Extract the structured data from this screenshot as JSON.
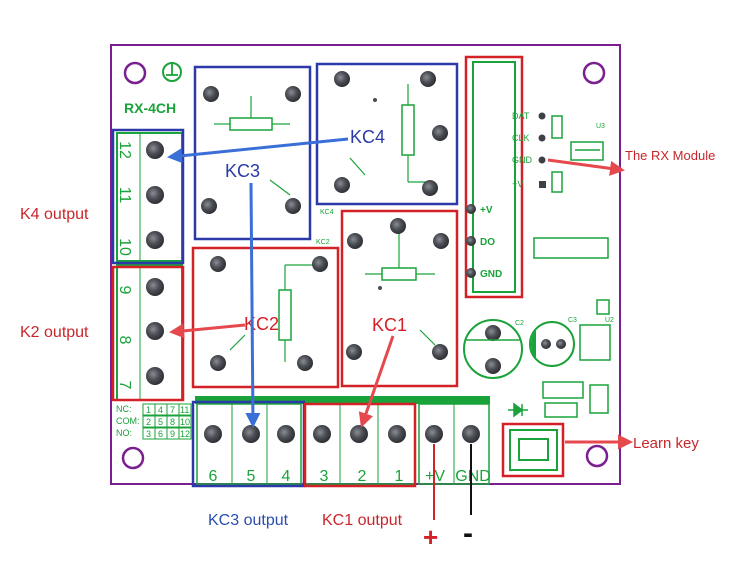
{
  "board": {
    "name": "RX-4CH",
    "pcb_color": "#7a1f8f",
    "silk_color": "#1aa33a"
  },
  "relays": [
    {
      "id": "kc3",
      "label": "KC3",
      "color": "#2b3aa8"
    },
    {
      "id": "kc4",
      "label": "KC4",
      "color": "#2b3aa8"
    },
    {
      "id": "kc2",
      "label": "KC2",
      "color": "#d42027"
    },
    {
      "id": "kc1",
      "label": "KC1",
      "color": "#d42027"
    }
  ],
  "pcb_text": {
    "kc4_small": "KC4",
    "kc2_small": "KC2",
    "c2": "C2",
    "c3": "C3",
    "u2": "U2",
    "u3": "U3"
  },
  "left_terminals": [
    "12",
    "11",
    "10",
    "9",
    "8",
    "7"
  ],
  "bottom_terminals": [
    "6",
    "5",
    "4",
    "3",
    "2",
    "1",
    "+V",
    "GND"
  ],
  "com_table": {
    "rows": [
      {
        "label": "NC:",
        "cells": [
          "1",
          "4",
          "7",
          "11"
        ]
      },
      {
        "label": "COM:",
        "cells": [
          "2",
          "5",
          "8",
          "10"
        ]
      },
      {
        "label": "NO:",
        "cells": [
          "3",
          "6",
          "9",
          "12"
        ]
      }
    ]
  },
  "module_pins": [
    "+V",
    "DO",
    "GND"
  ],
  "right_pins": [
    "DAT",
    "CLK",
    "GND",
    "+V"
  ],
  "labels": {
    "k4_output": "K4 output",
    "k2_output": "K2 output",
    "kc3_output": "KC3 output",
    "kc1_output": "KC1 output",
    "rx_module": "The RX Module",
    "learn_key": "Learn key",
    "plus": "+",
    "minus": "-"
  },
  "colors": {
    "blue": "#2b3aa8",
    "red": "#d42027",
    "arrow_blue": "#3b6fd8",
    "arrow_red": "#e5484d",
    "text_blue": "#2a4db0",
    "text_red": "#c8262b",
    "pad": "#3d4046"
  }
}
